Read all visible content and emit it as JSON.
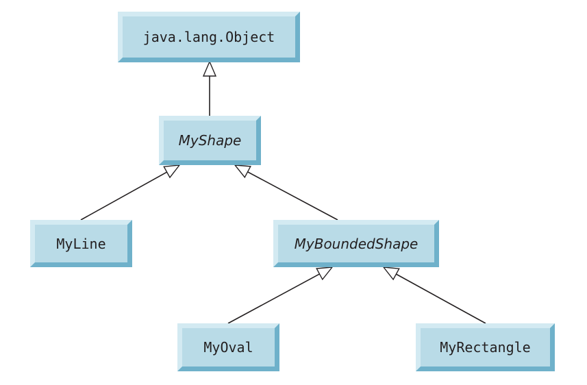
{
  "diagram": {
    "nodes": {
      "object": {
        "label": "java.lang.Object",
        "abstract": false
      },
      "myshape": {
        "label": "MyShape",
        "abstract": true
      },
      "myline": {
        "label": "MyLine",
        "abstract": false
      },
      "bounded": {
        "label": "MyBoundedShape",
        "abstract": true
      },
      "myoval": {
        "label": "MyOval",
        "abstract": false
      },
      "rectangle": {
        "label": "MyRectangle",
        "abstract": false
      }
    },
    "edges": [
      {
        "from": "myshape",
        "to": "object",
        "type": "inheritance"
      },
      {
        "from": "myline",
        "to": "myshape",
        "type": "inheritance"
      },
      {
        "from": "bounded",
        "to": "myshape",
        "type": "inheritance"
      },
      {
        "from": "myoval",
        "to": "bounded",
        "type": "inheritance"
      },
      {
        "from": "rectangle",
        "to": "bounded",
        "type": "inheritance"
      }
    ],
    "colors": {
      "box_face": "#b9dbe7",
      "box_highlight": "#d3eaf2",
      "box_shadow": "#6fb1ca",
      "line": "#231f20",
      "arrowhead_fill": "#ffffff"
    }
  }
}
